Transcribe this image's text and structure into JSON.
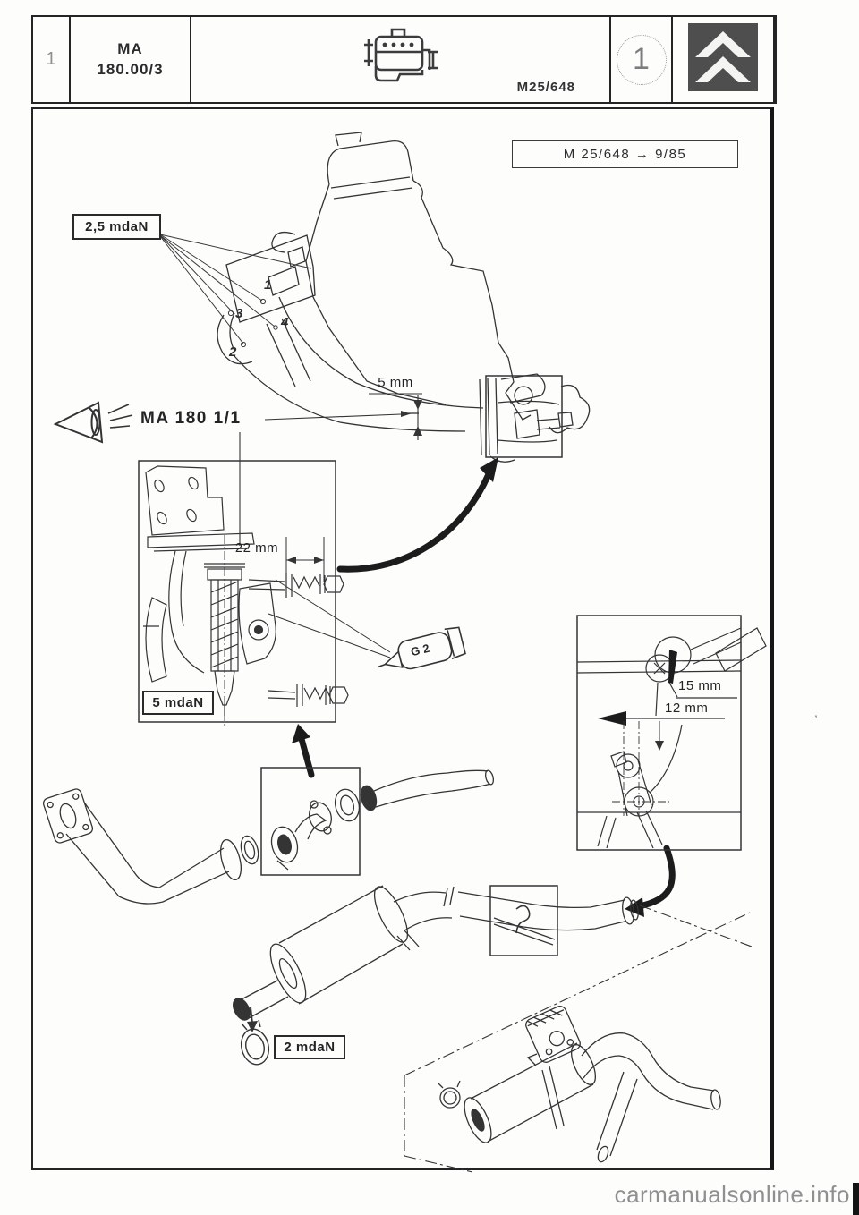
{
  "header": {
    "page_index": "1",
    "code_line1": "MA",
    "code_line2": "180.00/3",
    "model_ref": "M25/648",
    "circle_number": "1"
  },
  "diagram": {
    "revision": "M 25/648 → 9/85",
    "torque_engine_mounts": "2,5 mdaN",
    "callouts": {
      "c1": "1",
      "c2": "2",
      "c3": "3",
      "c4": "4"
    },
    "dim_gap": "5 mm",
    "method_ref": "MA 180 1/1",
    "dim_stud": "22 mm",
    "torque_bracket": "5 mdaN",
    "sealant_tube": "G 2",
    "dim_hanger_upper": "15 mm",
    "dim_hanger_lower": "12 mm",
    "torque_clamp": "2 mdaN",
    "stray_mark": ","
  },
  "footer": {
    "watermark": "carmanualsonline.info"
  }
}
